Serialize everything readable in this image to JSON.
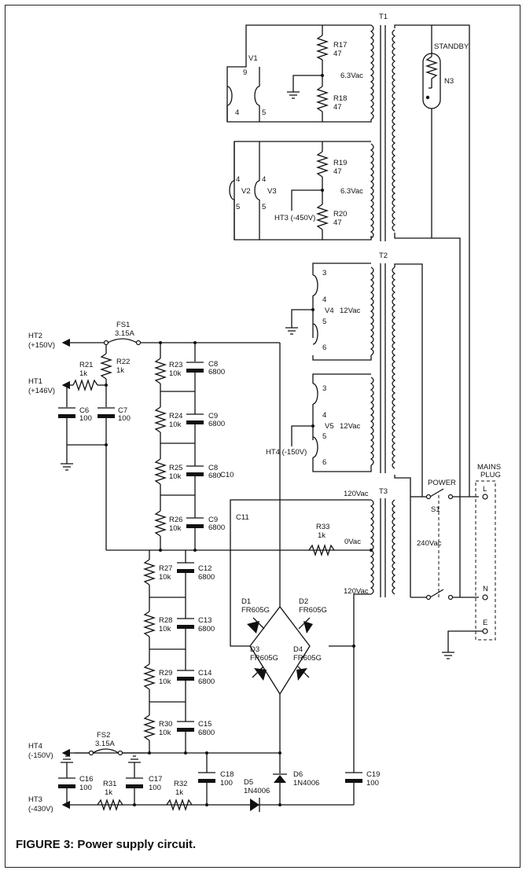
{
  "caption": "FIGURE 3: Power supply circuit.",
  "transformers": [
    "T1",
    "T2",
    "T3"
  ],
  "valves": [
    "V1",
    "V2",
    "V3",
    "V4",
    "V5"
  ],
  "pins": [
    "9",
    "4",
    "5",
    "4",
    "4",
    "5",
    "5",
    "3",
    "4",
    "5",
    "6",
    "3",
    "4",
    "5",
    "6"
  ],
  "standby": {
    "label": "STANDBY",
    "ref": "N3"
  },
  "resistors": [
    {
      "ref": "R17",
      "value": "47"
    },
    {
      "ref": "R18",
      "value": "47"
    },
    {
      "ref": "R19",
      "value": "47"
    },
    {
      "ref": "R20",
      "value": "47"
    },
    {
      "ref": "R21",
      "value": "1k"
    },
    {
      "ref": "R22",
      "value": "1k"
    },
    {
      "ref": "R23",
      "value": "10k"
    },
    {
      "ref": "R24",
      "value": "10k"
    },
    {
      "ref": "R25",
      "value": "10k"
    },
    {
      "ref": "R26",
      "value": "10k"
    },
    {
      "ref": "R27",
      "value": "10k"
    },
    {
      "ref": "R28",
      "value": "10k"
    },
    {
      "ref": "R29",
      "value": "10k"
    },
    {
      "ref": "R30",
      "value": "10k"
    },
    {
      "ref": "R31",
      "value": "1k"
    },
    {
      "ref": "R32",
      "value": "1k"
    },
    {
      "ref": "R33",
      "value": "1k"
    }
  ],
  "capacitors": [
    {
      "ref": "C6",
      "value": "100"
    },
    {
      "ref": "C7",
      "value": "100"
    },
    {
      "ref": "C8",
      "value": "6800"
    },
    {
      "ref": "C9",
      "value": "6800"
    },
    {
      "ref": "C8",
      "value": "680"
    },
    {
      "ref": "C9",
      "value": "6800"
    },
    {
      "ref": "C12",
      "value": "6800"
    },
    {
      "ref": "C13",
      "value": "6800"
    },
    {
      "ref": "C14",
      "value": "6800"
    },
    {
      "ref": "C15",
      "value": "6800"
    },
    {
      "ref": "C16",
      "value": "100"
    },
    {
      "ref": "C17",
      "value": "100"
    },
    {
      "ref": "C18",
      "value": "100"
    },
    {
      "ref": "C19",
      "value": "100"
    }
  ],
  "stray_labels": [
    "C10",
    "C11"
  ],
  "diodes": [
    {
      "ref": "D1",
      "value": "FR605G"
    },
    {
      "ref": "D2",
      "value": "FR605G"
    },
    {
      "ref": "D3",
      "value": "FR605G"
    },
    {
      "ref": "D4",
      "value": "FR605G"
    },
    {
      "ref": "D5",
      "value": "1N4006"
    },
    {
      "ref": "D6",
      "value": "1N4006"
    }
  ],
  "fuses": [
    {
      "ref": "FS1",
      "value": "3.15A"
    },
    {
      "ref": "FS2",
      "value": "3.15A"
    }
  ],
  "rails": [
    {
      "name": "HT2",
      "value": "(+150V)"
    },
    {
      "name": "HT1",
      "value": "(+146V)"
    },
    {
      "name": "HT4",
      "value": "(-150V)"
    },
    {
      "name": "HT3",
      "value": "(-430V)"
    }
  ],
  "inline_rail_labels": [
    "HT3 (-450V)",
    "HT4 (-150V)"
  ],
  "voltages": [
    "6.3Vac",
    "6.3Vac",
    "12Vac",
    "12Vac",
    "120Vac",
    "0Vac",
    "120Vac",
    "240Vac"
  ],
  "switch": {
    "label": "POWER",
    "ref": "S1"
  },
  "mains": {
    "title_line1": "MAINS",
    "title_line2": "PLUG",
    "pins": [
      "L",
      "N",
      "E"
    ]
  }
}
